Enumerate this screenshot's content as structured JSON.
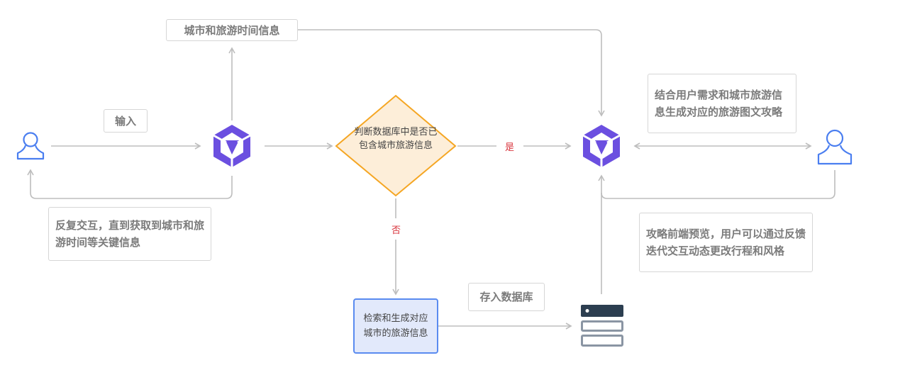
{
  "nodes": {
    "city_time_info": "城市和旅游时间信息",
    "input": "输入",
    "repeat_interaction": "反复交互，直到获取到城市和旅游时间等关键信息",
    "decision": "判断数据库中是否已包含城市旅游信息",
    "yes": "是",
    "no": "否",
    "retrieve_generate": "检索和生成对应城市的旅游信息",
    "store_db": "存入数据库",
    "combine_generate": "结合用户需求和城市旅游信息生成对应的旅游图文攻略",
    "frontend_preview": "攻略前端预览，用户可以通过反馈迭代交互动态更改行程和风格"
  },
  "icons": {
    "user_left": "user-icon",
    "ai_left": "ai-logo-icon",
    "ai_right": "ai-logo-icon",
    "user_right": "user-icon",
    "database": "database-icon"
  },
  "colors": {
    "arrow": "#bdbdbd",
    "user": "#4a7ef0",
    "logo": "#6b4fe0",
    "decision_fill": "#fdeed9",
    "decision_stroke": "#f5a623",
    "retrieve_fill": "#e2e9fb",
    "retrieve_stroke": "#5a8bf0",
    "db_dark": "#2c3e50",
    "db_light": "#8a95a3",
    "yesno": "#d9363e"
  }
}
